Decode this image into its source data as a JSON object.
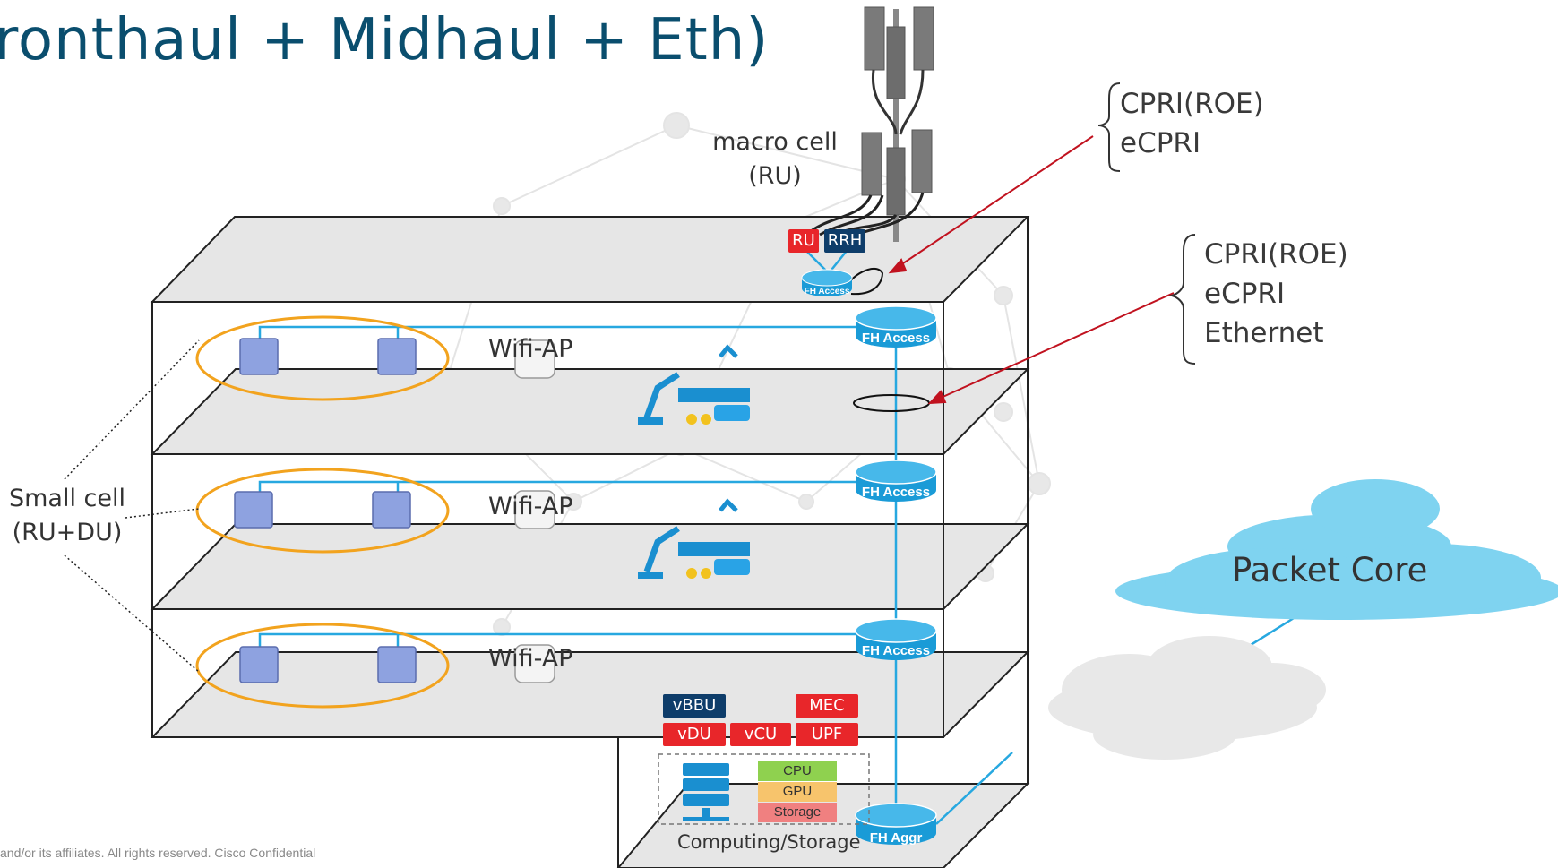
{
  "title": "ronthaul + Midhaul + Eth)",
  "macro_cell": {
    "line1": "macro cell",
    "line2": "(RU)"
  },
  "small_cell": {
    "line1": "Small cell",
    "line2": "(RU+DU)"
  },
  "tags": {
    "ru": "RU",
    "rrh": "RRH",
    "vbbu": "vBBU",
    "mec": "MEC",
    "vdu": "vDU",
    "vcu": "vCU",
    "upf": "UPF"
  },
  "routers": {
    "fh_access_small": "FH Access",
    "fh_access": "FH Access",
    "fh_aggr": "FH  Aggr"
  },
  "wifi_ap": "Wifi-AP",
  "top_protocols": [
    "CPRI(ROE)",
    "eCPRI"
  ],
  "mid_protocols": [
    "CPRI(ROE)",
    "eCPRI",
    "Ethernet"
  ],
  "packet_core": "Packet Core",
  "resources": {
    "cpu": "CPU",
    "gpu": "GPU",
    "storage": "Storage"
  },
  "computing_storage": "Computing/Storage",
  "footer": "and/or its affiliates. All rights reserved.   Cisco Confidential",
  "colors": {
    "title": "#0a4e6e",
    "floor": "#e6e6e6",
    "link": "#27a8e0",
    "ellipse": "#f2a31e",
    "red_tag": "#e8262a",
    "navy_tag": "#0e3d6a",
    "router": "#1a9bd7",
    "cloud": "#7fd3f0",
    "arrow": "#c1121f",
    "cpu": "#8fd14f",
    "gpu": "#f7c46c",
    "storage": "#f08080"
  }
}
